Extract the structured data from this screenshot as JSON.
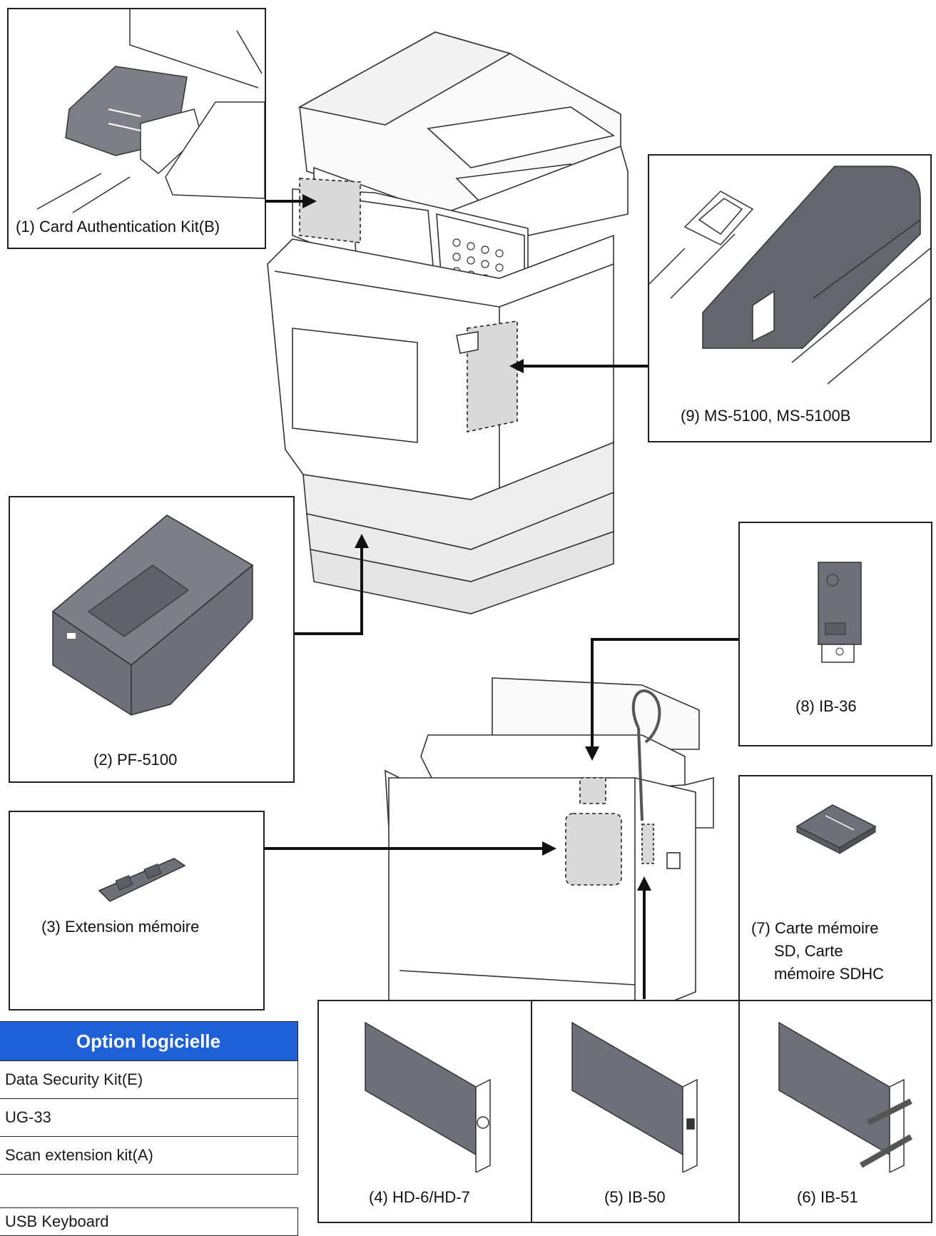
{
  "options": {
    "card_auth": "(1) Card Authentication Kit(B)",
    "pf": "(2) PF-5100",
    "memory": "(3) Extension mémoire",
    "hd": "(4) HD-6/HD-7",
    "ib50": "(5) IB-50",
    "ib51": "(6) IB-51",
    "sd_line1": "(7) Carte mémoire",
    "sd_line2": "SD, Carte",
    "sd_line3": "mémoire SDHC",
    "ib36": "(8) IB-36",
    "ms": "(9) MS-5100, MS-5100B"
  },
  "software_options": {
    "header": "Option logicielle",
    "items": [
      "Data Security Kit(E)",
      "UG-33",
      "Scan extension kit(A)"
    ]
  },
  "usb": "USB Keyboard",
  "colors": {
    "accent": "#1e61d6",
    "device_grey": "#6d7078",
    "outline": "#222222"
  }
}
